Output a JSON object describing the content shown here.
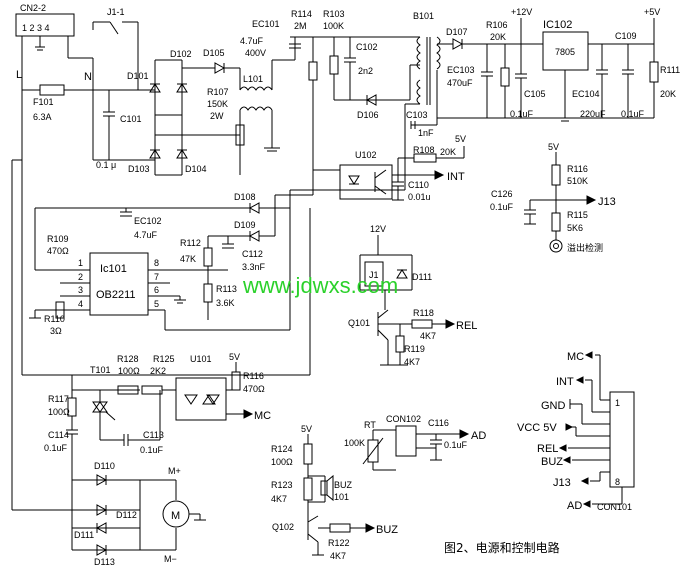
{
  "watermark": "www.jdwxs.com",
  "caption": "图2、电源和控制电路",
  "ac": {
    "connector": "CN2-2",
    "pins": "1 2 3 4",
    "relay": "J1-1",
    "live": "L",
    "neutral": "N",
    "fuse": "F101",
    "fuse_value": "6.3A"
  },
  "labels": {
    "ec101": "EC101",
    "ec101_v1": "4.7uF",
    "ec101_v2": "400V",
    "r114": "R114",
    "r114_v": "2M",
    "r103": "R103",
    "r103_v": "100K",
    "c102": "C102",
    "c102_v": "2n2",
    "b101": "B101",
    "d107": "D107",
    "r106": "R106",
    "r106_v": "20K",
    "v12": "+12V",
    "ic102": "IC102",
    "ic102_part": "7805",
    "v5": "+5V",
    "c109": "C109",
    "ec103": "EC103",
    "ec103_v": "470uF",
    "c105": "C105",
    "c105_v": "0.1uF",
    "ec104": "EC104",
    "ec104_v": "220uF",
    "c109_v": "0.1uF",
    "r111": "R111",
    "r111_v": "20K",
    "d101": "D101",
    "d102": "D102",
    "d103": "D103",
    "d104": "D104",
    "d105": "D105",
    "d106": "D106",
    "l101": "L101",
    "r107": "R107",
    "r107_v": "150K",
    "r107_p": "2W",
    "c101": "C101",
    "c101_v": "0.1 μ",
    "c103": "C103",
    "c103_v": "1nF",
    "u102": "U102",
    "r108": "R108",
    "r108_v": "20K",
    "r108_5v": "5V",
    "c110": "C110",
    "c110_v": "0.01u",
    "int": "INT",
    "d108": "D108",
    "d109": "D109",
    "ec102": "EC102",
    "ec102_v": "4.7uF",
    "r109": "R109",
    "r109_v": "470Ω",
    "ic101": "Ic101",
    "ic101_part": "OB2211",
    "pin1": "1",
    "pin2": "2",
    "pin3": "3",
    "pin4": "4",
    "pin5": "5",
    "pin6": "6",
    "pin7": "7",
    "pin8": "8",
    "r112": "R112",
    "r112_v": "47K",
    "c112": "C112",
    "c112_v": "3.3nF",
    "r113": "R113",
    "r113_v": "3.6K",
    "r110": "R110",
    "r110_v": "3Ω",
    "r116a": "R116",
    "r116a_v": "510K",
    "r116a_5v": "5V",
    "c126": "C126",
    "c126_v": "0.1uF",
    "r115": "R115",
    "r115_v": "5K6",
    "j13": "J13",
    "detect": "溢出检测",
    "v12b": "12V",
    "j1": "J1",
    "d111": "D111",
    "q101": "Q101",
    "r118": "R118",
    "r118_v": "4K7",
    "rel": "REL",
    "r119": "R119",
    "r119_v": "4K7",
    "t101": "T101",
    "r128": "R128",
    "r128_v": "100Ω",
    "r125": "R125",
    "r125_v": "2K2",
    "u101": "U101",
    "v5b": "5V",
    "r116b": "R116",
    "r116b_v": "470Ω",
    "mc": "MC",
    "r117": "R117",
    "r117_v": "100Ω",
    "c114": "C114",
    "c114_v": "0.1uF",
    "c113": "C113",
    "c113_v": "0.1uF",
    "d110": "D110",
    "d112": "D112",
    "d111b": "D111",
    "d113": "D113",
    "mplus": "M+",
    "mminus": "M−",
    "motor": "M",
    "rt": "RT",
    "rt_v": "100K",
    "con102": "CON102",
    "c116": "C116",
    "c116_v": "0.1uF",
    "ad": "AD",
    "v5c": "5V",
    "r124": "R124",
    "r124_v": "100Ω",
    "r123": "R123",
    "r123_v": "4K7",
    "buz101": "BUZ",
    "buz101_n": "101",
    "q102": "Q102",
    "r122": "R122",
    "r122_v": "4K7",
    "buz": "BUZ",
    "con101": "CON101",
    "con_mc": "MC",
    "con_int": "INT",
    "con_gnd": "GND",
    "con_vcc": "VCC 5V",
    "con_rel": "REL",
    "con_buz": "BUZ",
    "con_j13": "J13",
    "con_ad": "AD",
    "con_p1": "1",
    "con_p8": "8"
  }
}
